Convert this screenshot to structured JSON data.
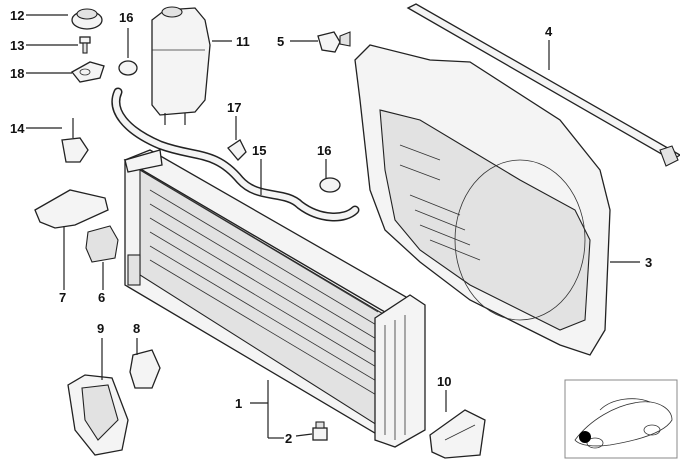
{
  "callouts": {
    "c1": "1",
    "c2": "2",
    "c3": "3",
    "c4": "4",
    "c5": "5",
    "c6": "6",
    "c7": "7",
    "c8": "8",
    "c9": "9",
    "c10": "10",
    "c11": "11",
    "c12": "12",
    "c13": "13",
    "c14": "14",
    "c15": "15",
    "c16a": "16",
    "c16b": "16",
    "c17": "17",
    "c18": "18"
  },
  "parts": [
    "radiator",
    "drain-plug",
    "fan-shroud",
    "shroud-seal-strip",
    "clip",
    "rubber-mount",
    "bracket",
    "rubber-pad",
    "air-duct",
    "air-guide",
    "expansion-tank",
    "tank-cap",
    "screw",
    "level-sensor",
    "hose",
    "hose-clamp",
    "clamp",
    "holder"
  ]
}
